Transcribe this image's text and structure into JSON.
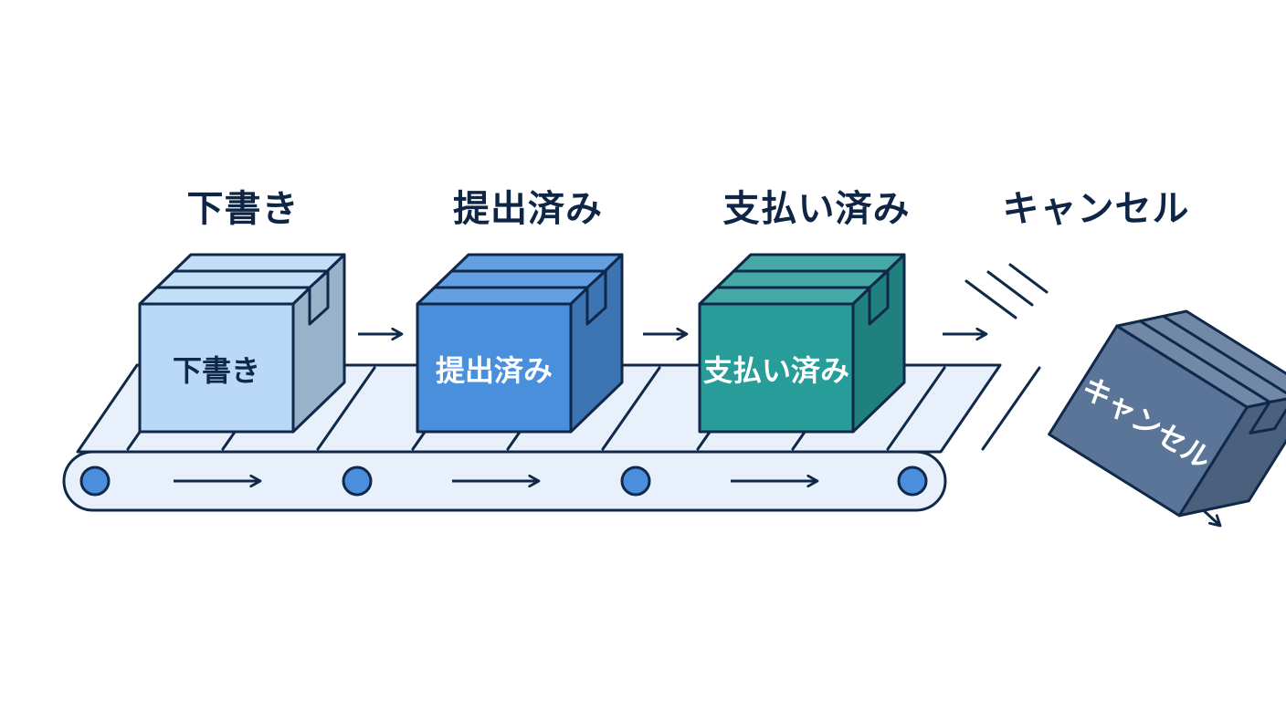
{
  "stages": [
    {
      "title": "下書き",
      "box_label": "下書き",
      "color": "#b9d9f6"
    },
    {
      "title": "提出済み",
      "box_label": "提出済み",
      "color": "#4a8fdc"
    },
    {
      "title": "支払い済み",
      "box_label": "支払い済み",
      "color": "#279c98"
    },
    {
      "title": "キャンセル",
      "box_label": "キャンセル",
      "color": "#5a7597"
    }
  ],
  "colors": {
    "outline": "#10284a",
    "belt": "#e8f1fb",
    "roller": "#4a8fdc",
    "draft_label": "#10284a",
    "label_light": "#ffffff"
  }
}
